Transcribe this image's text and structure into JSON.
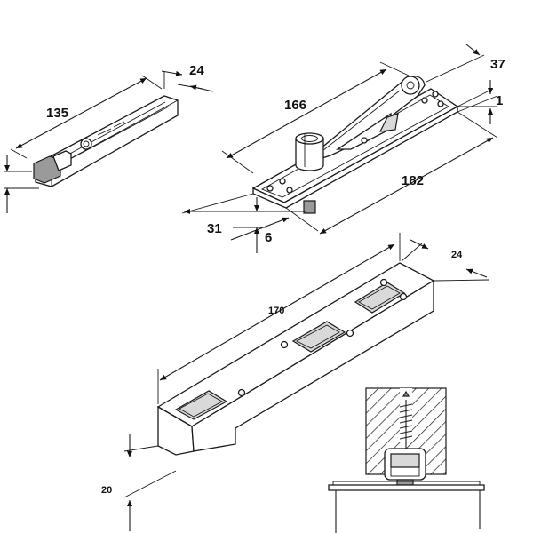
{
  "dimensions": {
    "bottom_pivot_length": "135",
    "bottom_pivot_width": "24",
    "top_pivot_arm_length": "166",
    "top_pivot_plate_width": "37",
    "top_pivot_plate_thickness": "1",
    "top_pivot_plate_length": "182",
    "top_pivot_offset": "31",
    "top_pivot_height": "6",
    "floor_plate_length": "170",
    "floor_plate_width": "24",
    "floor_plate_height": "20"
  },
  "colors": {
    "line": "#1a1a1a",
    "fill": "#ffffff",
    "shade": "#d9d9d9"
  },
  "icons": [
    "arrowhead-icon"
  ]
}
